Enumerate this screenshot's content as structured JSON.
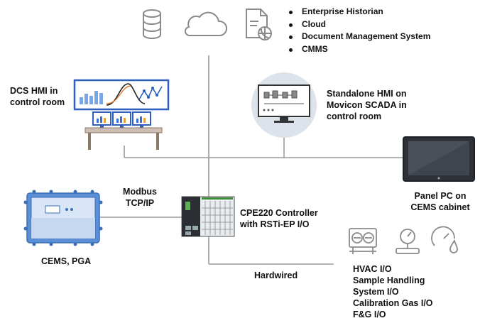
{
  "top_services": {
    "items": [
      "Enterprise Historian",
      "Cloud",
      "Document Management System",
      "CMMS"
    ],
    "icons": [
      "database-icon",
      "cloud-icon",
      "document-globe-icon"
    ]
  },
  "dcs_hmi": {
    "label_lines": [
      "DCS HMI in",
      "control room"
    ]
  },
  "standalone_hmi": {
    "label_lines": [
      "Standalone HMI on",
      "Movicon SCADA in",
      "control room"
    ]
  },
  "panel_pc": {
    "label_lines": [
      "Panel PC on",
      "CEMS cabinet"
    ]
  },
  "modbus": {
    "label_lines": [
      "Modbus",
      "TCP/IP"
    ]
  },
  "controller": {
    "label_lines": [
      "CPE220 Controller",
      "with RSTi-EP I/O"
    ]
  },
  "cems": {
    "label": "CEMS, PGA"
  },
  "hardwired": {
    "label": "Hardwired"
  },
  "field_io": {
    "label_lines": [
      "HVAC I/O",
      "Sample Handling",
      "System I/O",
      "Calibration Gas I/O",
      "F&G I/O"
    ],
    "icons": [
      "hvac-unit-icon",
      "pressure-gauge-icon",
      "gas-meter-icon"
    ]
  },
  "colors": {
    "line": "#9a9a9a",
    "cems_blue": "#5b8fd6",
    "screen_dark": "#3a3f45",
    "desk": "#cdbfb3",
    "chart_blue": "#3b6fd0"
  }
}
